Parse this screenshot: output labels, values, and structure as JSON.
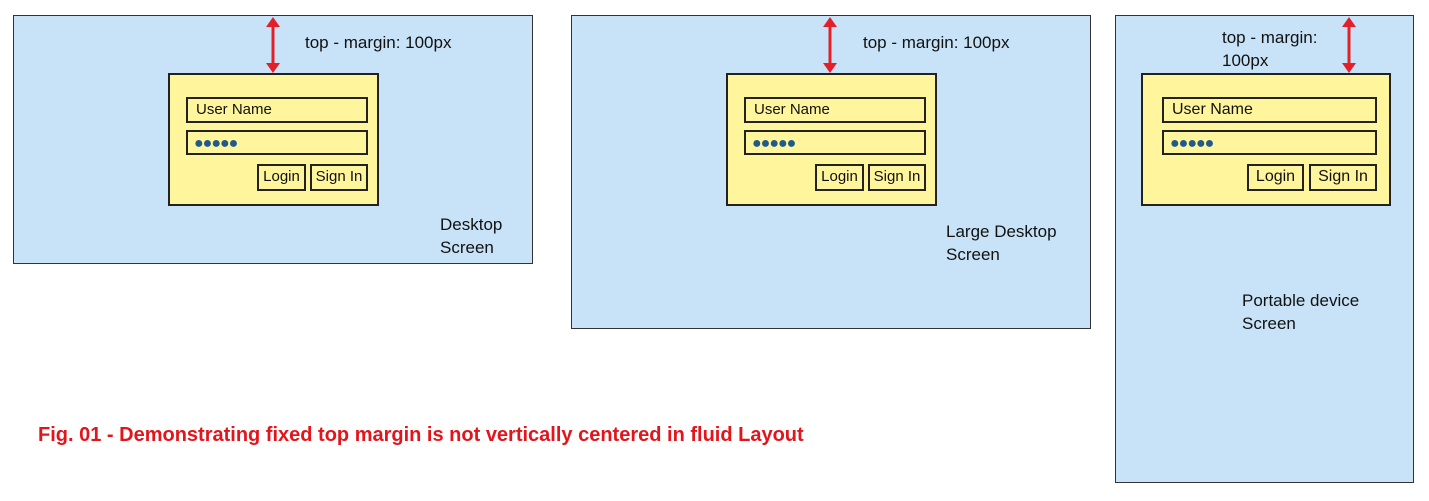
{
  "login_form": {
    "username_placeholder": "User Name",
    "password_mask": "●●●●●",
    "login_label": "Login",
    "signin_label": "Sign In"
  },
  "annotation": {
    "top_margin": "top - margin: 100px"
  },
  "screens": [
    {
      "label": "Desktop Screen"
    },
    {
      "label": "Large Desktop Screen"
    },
    {
      "label": "Portable device Screen"
    }
  ],
  "caption": "Fig. 01 - Demonstrating fixed top margin is not vertically centered in fluid Layout",
  "colors": {
    "screen": "#c8e3f8",
    "form": "#fff59d",
    "arrow": "#e3202a",
    "caption": "#e3151c"
  }
}
